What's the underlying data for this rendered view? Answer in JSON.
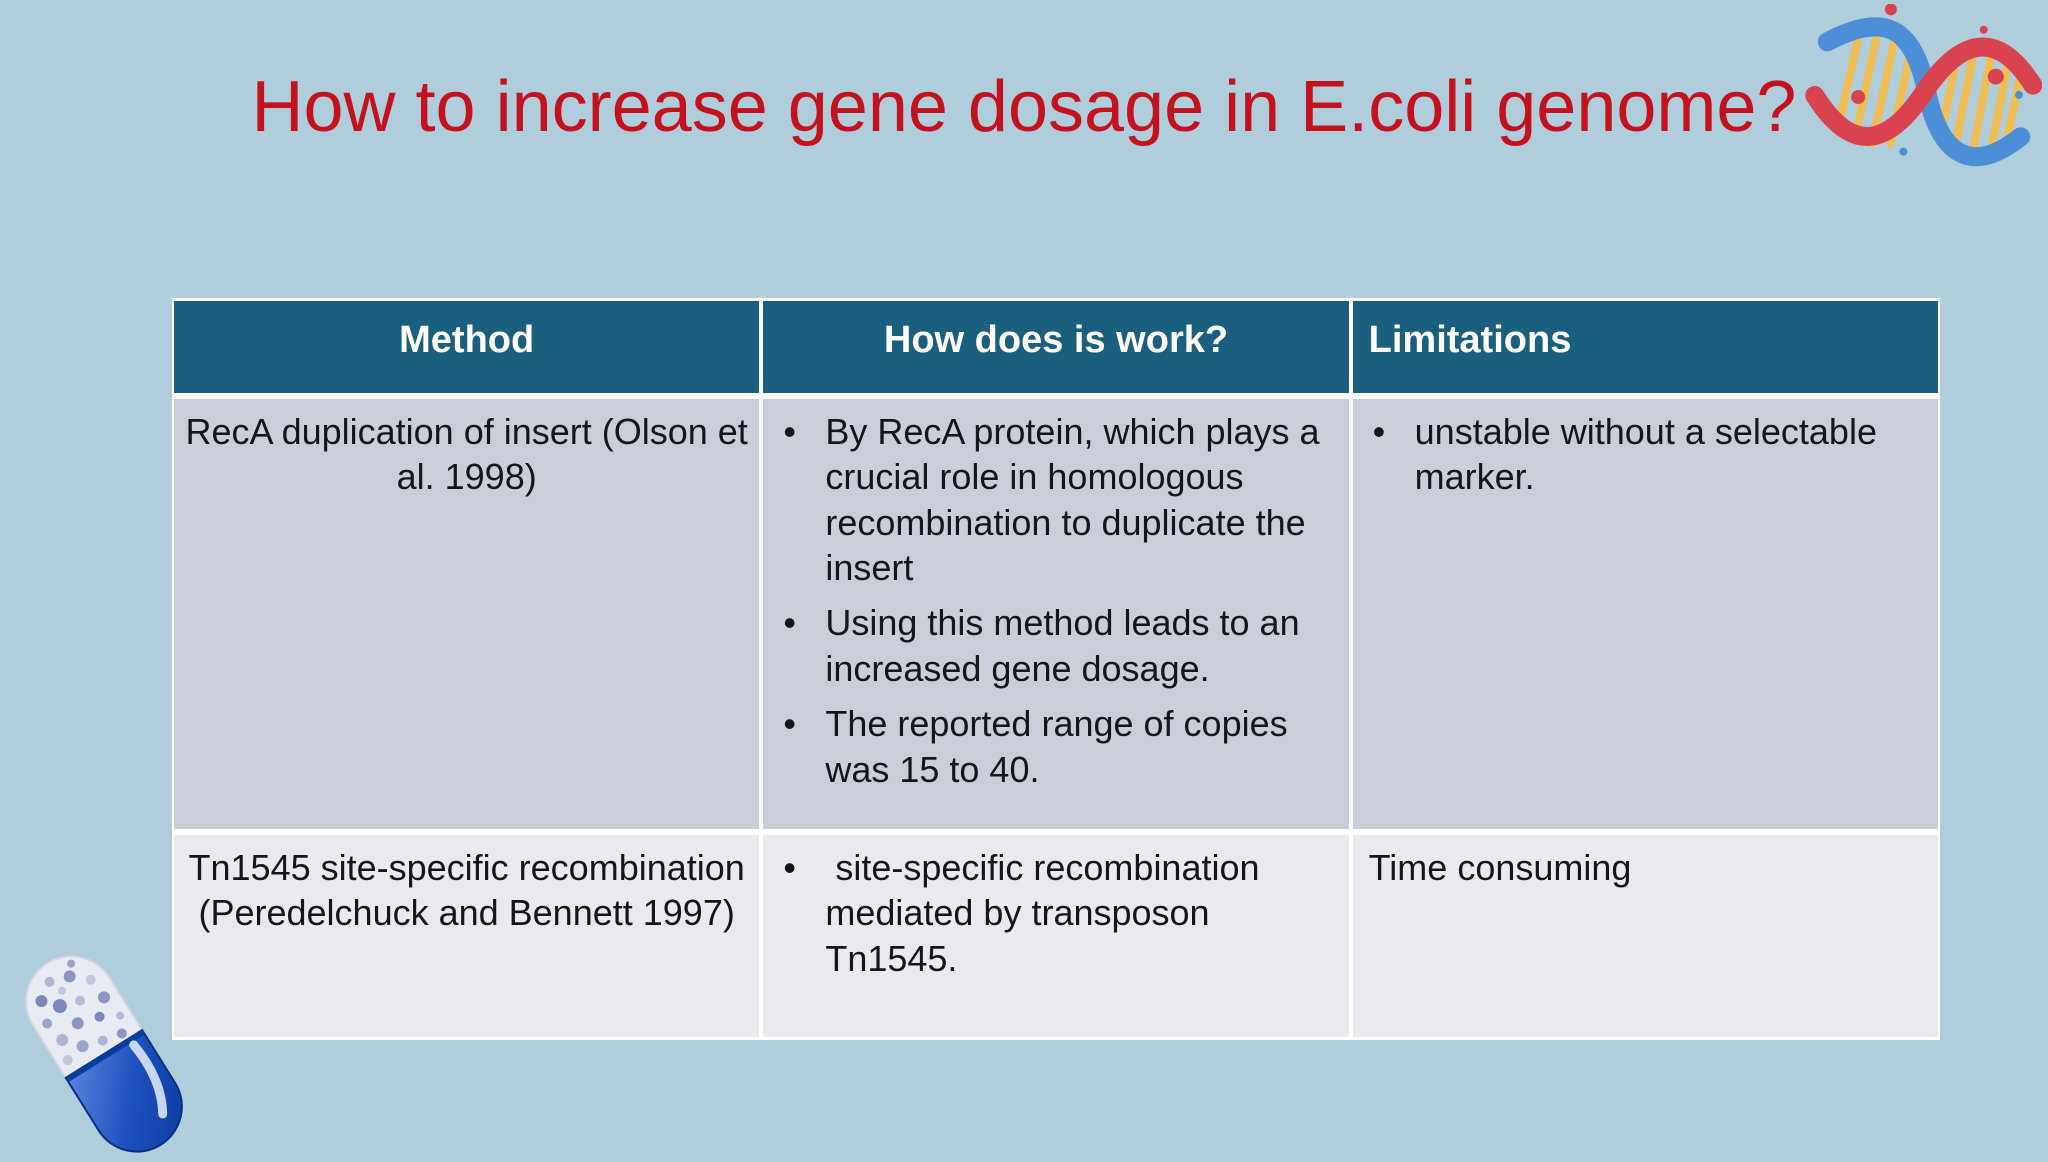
{
  "slide": {
    "title": "How to increase gene dosage in E.coli genome?",
    "background_color": "#AFCDDB",
    "title_color": "#C3121E"
  },
  "icons": {
    "top_right": "dna-helix-icon",
    "bottom_left": "capsule-pill-icon"
  },
  "table": {
    "header_bg": "#1A5F7E",
    "header_text_color": "#FFFFFF",
    "border_color": "#FFFFFF",
    "columns": [
      "Method",
      "How does is work?",
      "Limitations"
    ],
    "rows": [
      {
        "bg": "#C9CED8",
        "method": "RecA duplication of insert (Olson et al. 1998)",
        "how_bullets": [
          "By RecA protein, which plays a crucial role in homologous recombination to duplicate the insert",
          "Using this method leads to an increased gene dosage.",
          "The reported range of copies was 15 to 40."
        ],
        "limitations_bullets": [
          "unstable without a selectable marker."
        ]
      },
      {
        "bg": "#E8EAEE",
        "method": "Tn1545 site-specific recombination (Peredelchuck and Bennett 1997)",
        "how_bullets": [
          " site-specific recombination mediated by transposon Tn1545."
        ],
        "limitations_text": "Time consuming"
      }
    ]
  }
}
